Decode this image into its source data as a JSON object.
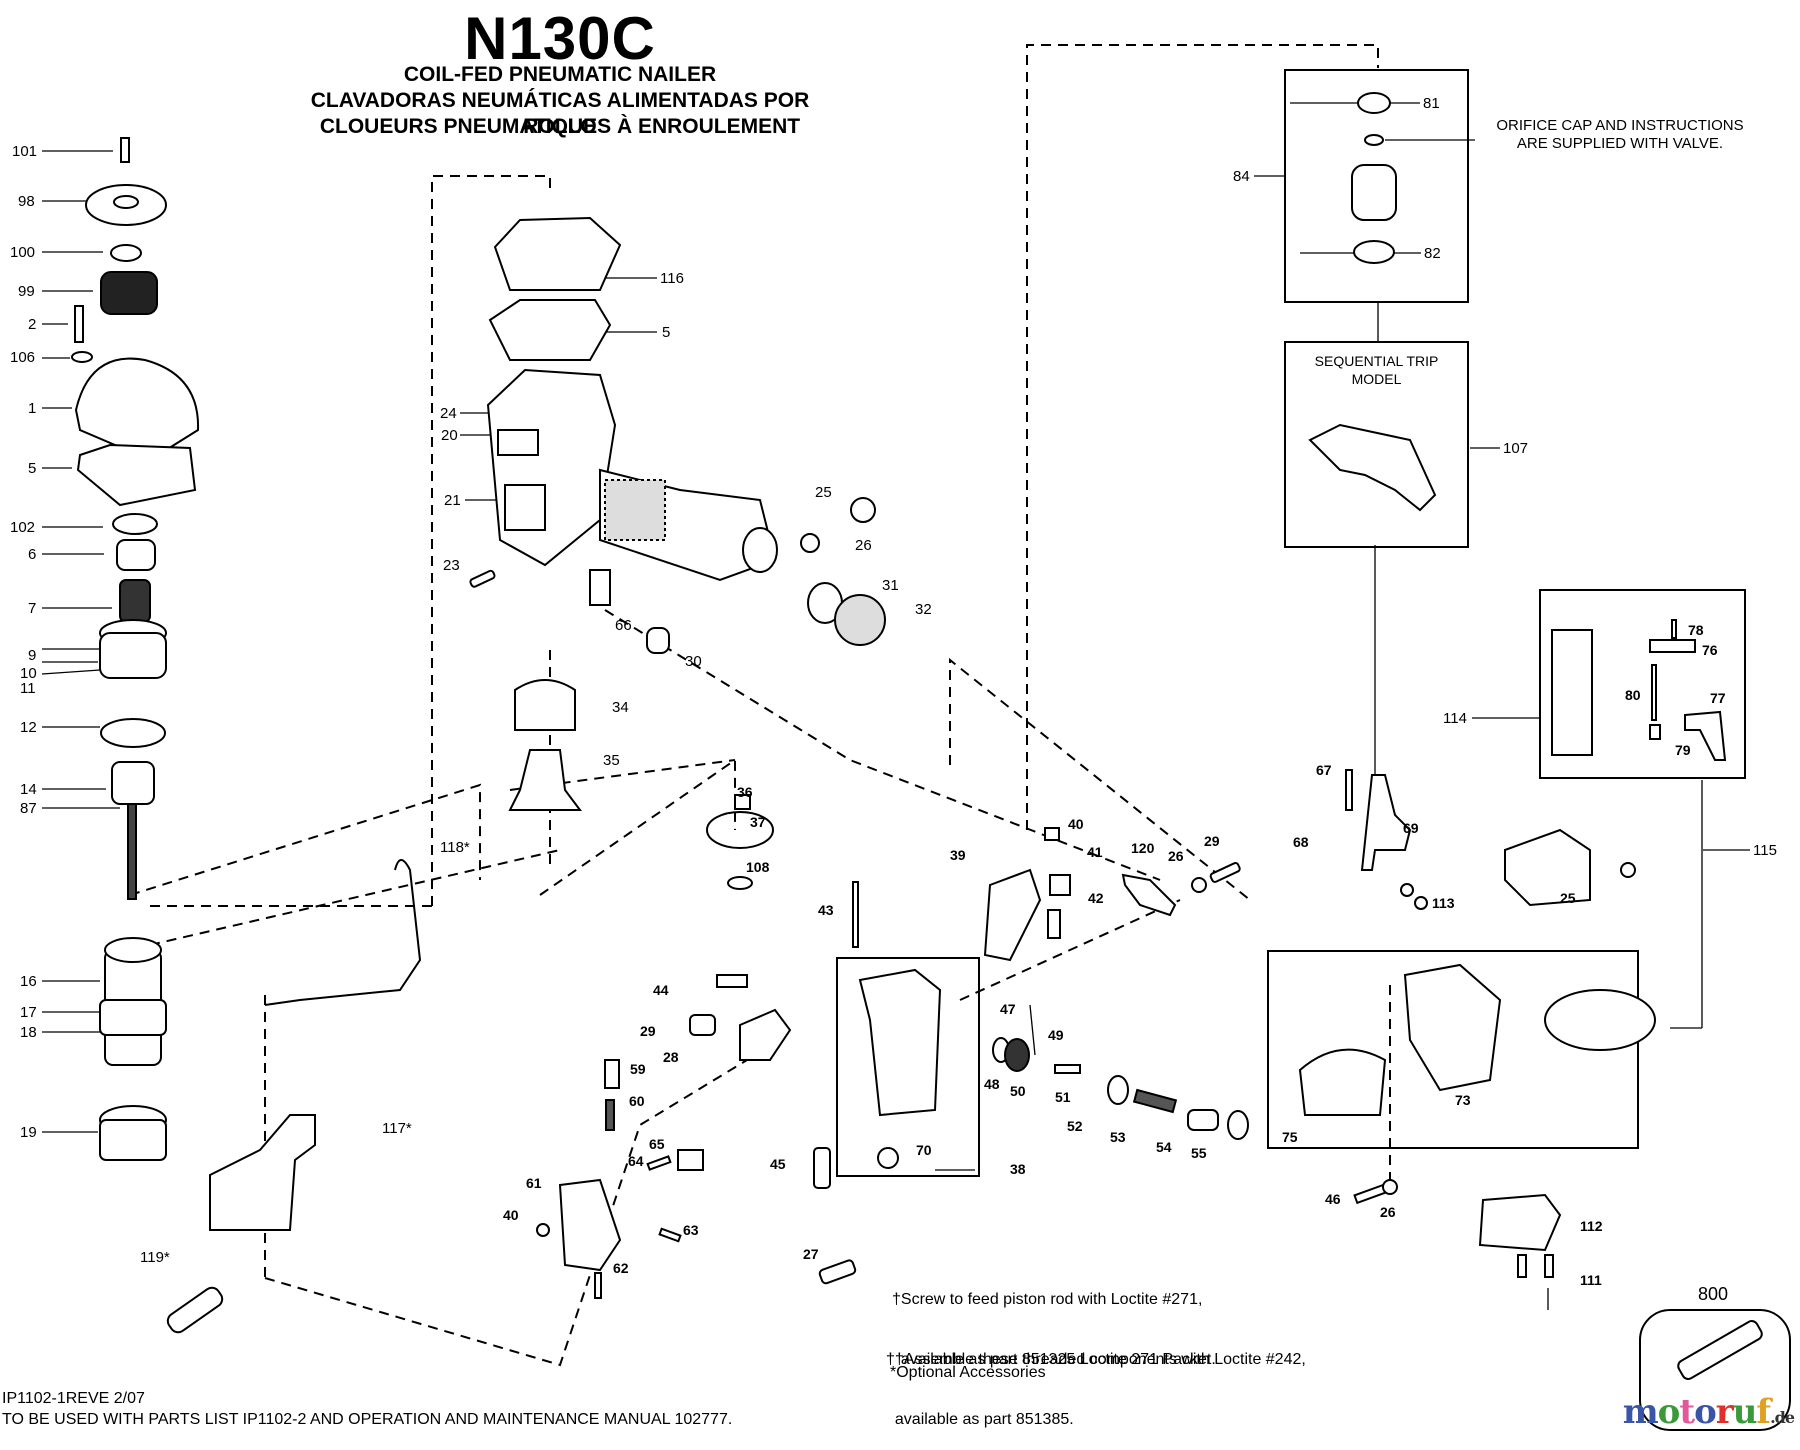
{
  "header": {
    "model": "N130C",
    "title_en": "COIL-FED PNEUMATIC NAILER",
    "title_es": "CLAVADORAS NEUMÁTICAS ALIMENTADAS POR ROLLO",
    "title_fr": "CLOUEURS PNEUMATIQUES À ENROULEMENT"
  },
  "callouts": {
    "orifice_note_line1": "ORIFICE CAP AND INSTRUCTIONS",
    "orifice_note_line2": "ARE SUPPLIED WITH VALVE.",
    "sequential_line1": "SEQUENTIAL TRIP",
    "sequential_line2": "MODEL"
  },
  "notes": {
    "dagger_line1": "†Screw to feed piston rod with Loctite #271,",
    "dagger_line2": "  available as part 851325 Loctite 271 Packet.",
    "ddagger_line1": "††Assemble these threaded components with Loctite #242,",
    "ddagger_line2": "  available as part 851385.",
    "optional": "*Optional Accessories"
  },
  "footer": {
    "doc_id": "IP1102-1REVE 2/07",
    "usage": "TO BE USED WITH PARTS LIST IP1102-2 AND OPERATION AND MAINTENANCE MANUAL 102777."
  },
  "accessory_label": "800",
  "watermark": {
    "letters": [
      "m",
      "o",
      "t",
      "o",
      "r",
      "u",
      "f"
    ],
    "colors": [
      "#3a55a8",
      "#3a9a3a",
      "#e05a9a",
      "#3a55a8",
      "#e0302a",
      "#3a9a3a",
      "#e0a020"
    ],
    "suffix": ".de"
  },
  "part_labels": {
    "left_column": [
      "101",
      "98",
      "100",
      "99",
      "2",
      "106",
      "1",
      "5",
      "102",
      "6",
      "7",
      "9",
      "10",
      "11",
      "12",
      "14",
      "87",
      "16",
      "17",
      "18",
      "19"
    ],
    "housing": [
      "116",
      "5",
      "24",
      "20",
      "21",
      "23",
      "66",
      "30",
      "25",
      "26",
      "31",
      "32",
      "34",
      "35"
    ],
    "valve_box": [
      "81",
      "82",
      "84"
    ],
    "trip": [
      "107"
    ],
    "magazine_box": [
      "114",
      "78",
      "76",
      "80",
      "77",
      "79"
    ],
    "lower_center": [
      "36",
      "37",
      "108",
      "43",
      "44",
      "29",
      "28",
      "59",
      "60",
      "65",
      "64",
      "61",
      "40",
      "63",
      "62",
      "45",
      "27",
      "38",
      "70",
      "47",
      "49",
      "48",
      "50",
      "51",
      "52",
      "53",
      "54",
      "55"
    ],
    "lower_right": [
      "39",
      "40",
      "41",
      "42",
      "120",
      "26",
      "29",
      "67",
      "68",
      "69",
      "113",
      "25",
      "115",
      "73",
      "75",
      "46",
      "26",
      "112",
      "111"
    ],
    "accessories": [
      "118*",
      "117*",
      "119*"
    ]
  }
}
